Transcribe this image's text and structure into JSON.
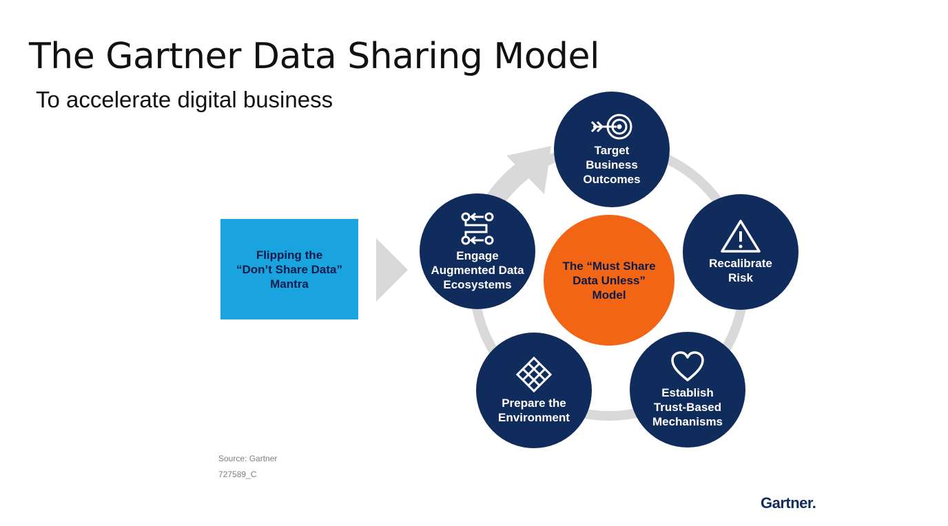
{
  "slide": {
    "title": "The Gartner Data Sharing Model",
    "subtitle": "To accelerate digital business"
  },
  "diagram": {
    "input_box": "Flipping the\n“Don’t Share Data”\nMantra",
    "center": "The “Must Share\nData Unless”\nModel",
    "nodes": [
      {
        "id": "target",
        "label": "Target\nBusiness\nOutcomes",
        "icon": "target-arrow-icon"
      },
      {
        "id": "risk",
        "label": "Recalibrate\nRisk",
        "icon": "warning-triangle-icon"
      },
      {
        "id": "trust",
        "label": "Establish\nTrust-Based\nMechanisms",
        "icon": "heart-icon"
      },
      {
        "id": "environment",
        "label": "Prepare the\nEnvironment",
        "icon": "grid-diamond-icon"
      },
      {
        "id": "ecosystems",
        "label": "Engage\nAugmented Data\nEcosystems",
        "icon": "network-flow-icon"
      }
    ],
    "colors": {
      "node": "#0f2c5c",
      "center": "#f26514",
      "input_box": "#19a4df",
      "ring": "#d9d9d9"
    }
  },
  "footer": {
    "source": "Source: Gartner",
    "doc_id": "727589_C",
    "logo": "Gartner."
  }
}
